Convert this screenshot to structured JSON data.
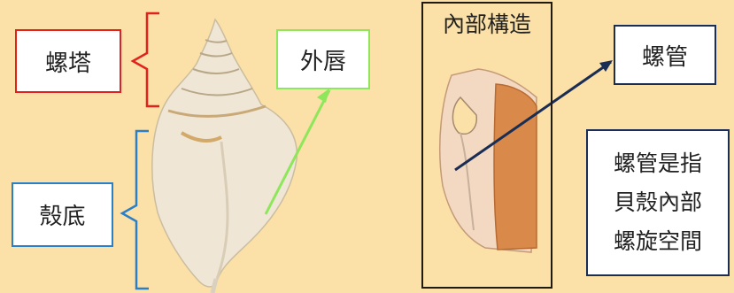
{
  "labels": {
    "spire": "螺塔",
    "base": "殼底",
    "outer_lip": "外唇",
    "internal_structure": "內部構造",
    "siphonal_canal": "螺管"
  },
  "note": {
    "lines": [
      "螺管是指",
      "貝殼內部",
      "螺旋空間"
    ]
  },
  "colors": {
    "background": "#fbe0a7",
    "spire_bracket": "#e0221c",
    "base_bracket": "#2a7fc9",
    "lip_arrow": "#8ee65b",
    "tube_arrow": "#1a2d55"
  }
}
